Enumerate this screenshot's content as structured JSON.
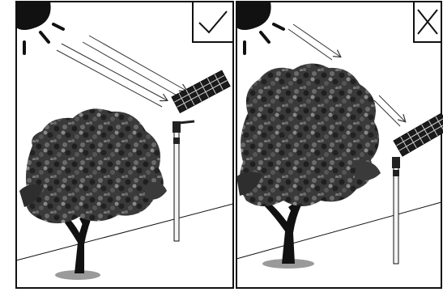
{
  "panels": [
    {
      "id": "correct",
      "verdict_icon": "check-mark-icon",
      "sun_icon": "sun-icon",
      "tree": "tree-short",
      "lamp": "solar-street-lamp"
    },
    {
      "id": "incorrect",
      "verdict_icon": "x-mark-icon",
      "sun_icon": "sun-icon",
      "tree": "tree-tall-shading-panel",
      "lamp": "solar-street-lamp"
    }
  ],
  "colors": {
    "ink": "#111111",
    "foliage_dark": "#2a2a2a",
    "foliage_mid": "#555555",
    "foliage_light": "#8a8a8a",
    "ground_shadow": "#9a9a9a",
    "pole": "#f4f4f4",
    "solar_cell": "#1a1a1a"
  }
}
